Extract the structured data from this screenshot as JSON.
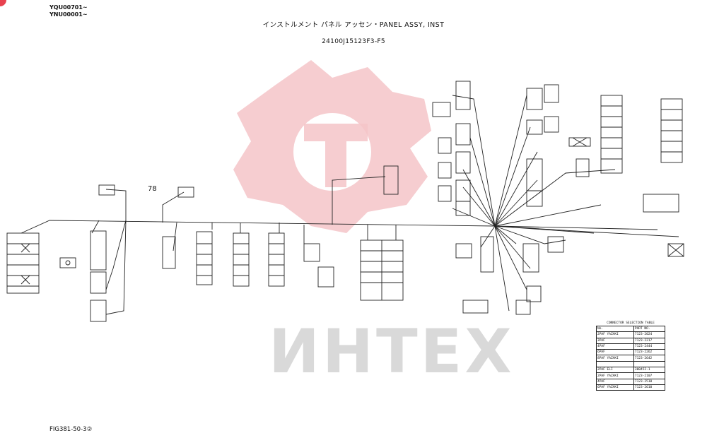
{
  "header": {
    "serial_1": "YQU00701~",
    "serial_2": "YNU00001~",
    "title": "インストルメント パネル アッセン・PANEL ASSY, INST",
    "part_number": "24100J15123F3-F5"
  },
  "footer": {
    "figure_id": "FIG381-50-3②"
  },
  "diagram": {
    "callout_number": "78"
  },
  "watermark": {
    "text": "ИНТЕХ",
    "color": "#e8424f"
  },
  "table": {
    "caption": "CONNECTOR SELECTION TABLE",
    "headers": [
      "No.",
      "PART NO."
    ],
    "rows": [
      [
        "2PAF YAZAKI",
        "7123-2024"
      ],
      [
        "3PAF",
        "7123-2217"
      ],
      [
        "4PAF",
        "7123-2444"
      ],
      [
        "6PAF",
        "7123-2262"
      ],
      [
        "8PAF YAZAKI",
        "7123-2642"
      ],
      [
        "",
        ""
      ],
      [
        "2PAF ELI",
        "300452-1"
      ],
      [
        "2PAF YAZAKI",
        "7123-2107"
      ],
      [
        "4PAF",
        "7123-2510"
      ],
      [
        "6PAF YAZAKI",
        "7123-2610"
      ]
    ]
  },
  "colors": {
    "line": "#222222",
    "watermark_fill": "#f2b7bc",
    "watermark_text": "#d9d9d9"
  }
}
